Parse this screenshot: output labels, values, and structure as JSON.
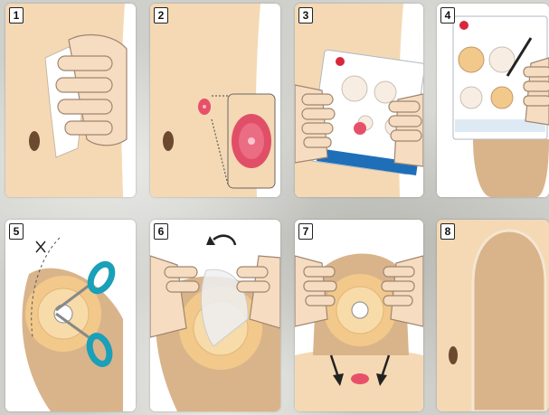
{
  "steps": [
    {
      "number": "1"
    },
    {
      "number": "2"
    },
    {
      "number": "3"
    },
    {
      "number": "4"
    },
    {
      "number": "5"
    },
    {
      "number": "6"
    },
    {
      "number": "7"
    },
    {
      "number": "8"
    }
  ],
  "colors": {
    "skin": "#f4d9b4",
    "skin_shadow": "#e8c397",
    "stoma": "#e8506a",
    "bag": "#d9b48a",
    "wafer": "#f2c98b",
    "scissors": "#1aa0b8",
    "brand_blue": "#1e6fb8",
    "brand_red": "#d6283a"
  },
  "icons": [
    "wipe-cloth-icon",
    "stoma-icon",
    "measuring-guide-icon",
    "scissors-icon",
    "rotate-arrow-icon",
    "down-arrow-icon"
  ]
}
